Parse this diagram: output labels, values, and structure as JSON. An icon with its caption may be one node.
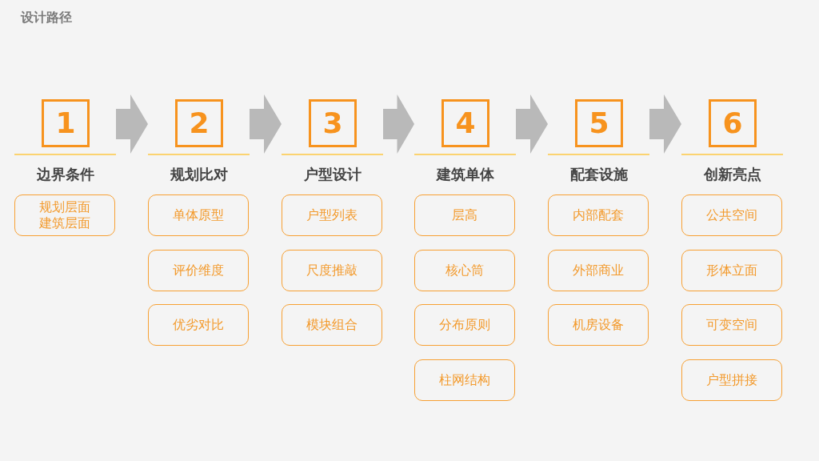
{
  "diagram": {
    "title": "设计路径",
    "nodes": [
      {
        "text": [
          "1",
          "边界条件"
        ]
      },
      {
        "text": [
          "2",
          "规划比对"
        ]
      },
      {
        "text": [
          "3",
          "户型设计"
        ]
      },
      {
        "text": [
          "4",
          "建筑单体"
        ]
      },
      {
        "text": [
          "5",
          "配套设施"
        ]
      },
      {
        "text": [
          "6",
          "创新亮点"
        ]
      },
      {
        "text": [
          "规划层面",
          "建筑层面"
        ]
      },
      {
        "text": [
          "单体原型"
        ]
      },
      {
        "text": [
          "评价维度"
        ]
      },
      {
        "text": [
          "优劣对比"
        ]
      },
      {
        "text": [
          "户型列表"
        ]
      },
      {
        "text": [
          "尺度推敲"
        ]
      },
      {
        "text": [
          "模块组合"
        ]
      },
      {
        "text": [
          "层高"
        ]
      },
      {
        "text": [
          "核心筒"
        ]
      },
      {
        "text": [
          "分布原则"
        ]
      },
      {
        "text": [
          "柱网结构"
        ]
      },
      {
        "text": [
          "内部配套"
        ]
      },
      {
        "text": [
          "外部商业"
        ]
      },
      {
        "text": [
          "机房设备"
        ]
      },
      {
        "text": [
          "公共空间"
        ]
      },
      {
        "text": [
          "形体立面"
        ]
      },
      {
        "text": [
          "可变空间"
        ]
      },
      {
        "text": [
          "户型拼接"
        ]
      }
    ],
    "edges": [
      {
        "from": 0,
        "to": 1,
        "arrow": "to"
      },
      {
        "from": 1,
        "to": 2,
        "arrow": "to"
      },
      {
        "from": 2,
        "to": 3,
        "arrow": "to"
      },
      {
        "from": 3,
        "to": 4,
        "arrow": "to"
      },
      {
        "from": 4,
        "to": 5,
        "arrow": "to"
      }
    ]
  }
}
